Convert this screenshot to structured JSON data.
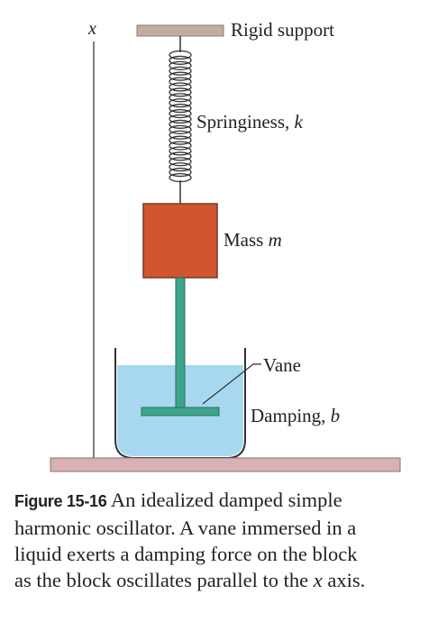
{
  "figure": {
    "axis_label": "x",
    "labels": {
      "rigid_support": "Rigid support",
      "springiness_text": "Springiness, ",
      "springiness_symbol": "k",
      "mass_text": "Mass ",
      "mass_symbol": "m",
      "vane": "Vane",
      "damping_text": "Damping, ",
      "damping_symbol": "b"
    }
  },
  "caption": {
    "figure_number": "Figure 15-16",
    "lines": [
      "An idealized damped simple",
      "harmonic oscillator. A vane immersed in a",
      "liquid exerts a damping force on the block",
      "as the block oscillates parallel to the"
    ],
    "axis_word": "x",
    "tail": " axis."
  },
  "colors": {
    "support": "#c2ada3",
    "mass": "#d2552f",
    "rod": "#3da58a",
    "liquid": "#a8d8f0",
    "floor": "#d7b1b6"
  }
}
